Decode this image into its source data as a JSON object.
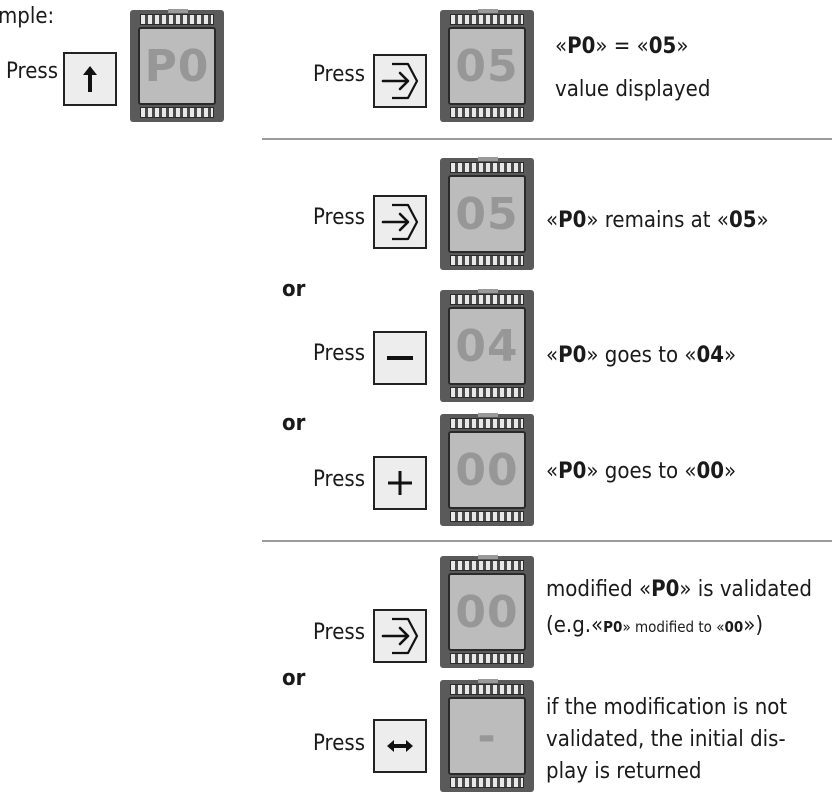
{
  "header": {
    "example_label": "mple:"
  },
  "press_label": "Press",
  "or_label": "or",
  "step_initial": {
    "key": "up-arrow",
    "display": "P0"
  },
  "step_enter": {
    "key": "enter",
    "display": "05",
    "line1_prefix": "«",
    "line1_param": "P0",
    "line1_mid": "» = «",
    "line1_value": "05",
    "line1_suffix": "»",
    "line2": "value displayed"
  },
  "choices": [
    {
      "key": "enter",
      "display": "05",
      "prefix": "«",
      "param": "P0",
      "mid": "» remains at «",
      "value": "05",
      "suffix": "»"
    },
    {
      "key": "minus",
      "display": "04",
      "prefix": "«",
      "param": "P0",
      "mid": "» goes to «",
      "value": "04",
      "suffix": "»"
    },
    {
      "key": "plus",
      "display": "00",
      "prefix": "«",
      "param": "P0",
      "mid": "» goes to «",
      "value": "00",
      "suffix": "»"
    }
  ],
  "validate": {
    "key": "enter",
    "display": "00",
    "line1_prefix": "modified «",
    "line1_param": "P0",
    "line1_suffix": "» is validated",
    "line2_prefix": "(e.g.«",
    "line2_param": "P0",
    "line2_mid": "» modified to «",
    "line2_value": "00",
    "line2_suffix": "»)"
  },
  "cancel": {
    "key": "left-right-arrow",
    "display": "-",
    "lines": [
      "if the modification is not",
      "validated, the initial dis-",
      "play is returned"
    ]
  }
}
